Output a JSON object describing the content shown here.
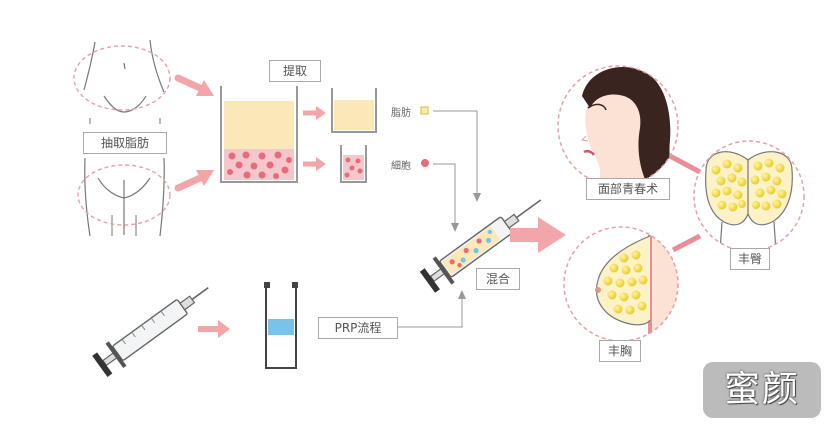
{
  "labels": {
    "extract_fat": "抽取脂肪",
    "extraction": "提取",
    "fat": "脂肪",
    "cells": "細胞",
    "mix": "混合",
    "prp_process": "PRP流程",
    "facial_rejuvenation": "面部青春术",
    "buttock_augmentation": "丰臀",
    "breast_augmentation": "丰胸"
  },
  "watermark": "蜜颜",
  "colors": {
    "arrow_pink": "#f2a6aa",
    "fat_yellow": "#fbe8b8",
    "cell_pink": "#f5c6cc",
    "cell_red": "#e76c79",
    "prp_blue": "#79c3ea",
    "fat_ball_yellow": "#f2df3a",
    "connector_pink": "#e98d98",
    "dashed_red": "#e8a0a6"
  }
}
